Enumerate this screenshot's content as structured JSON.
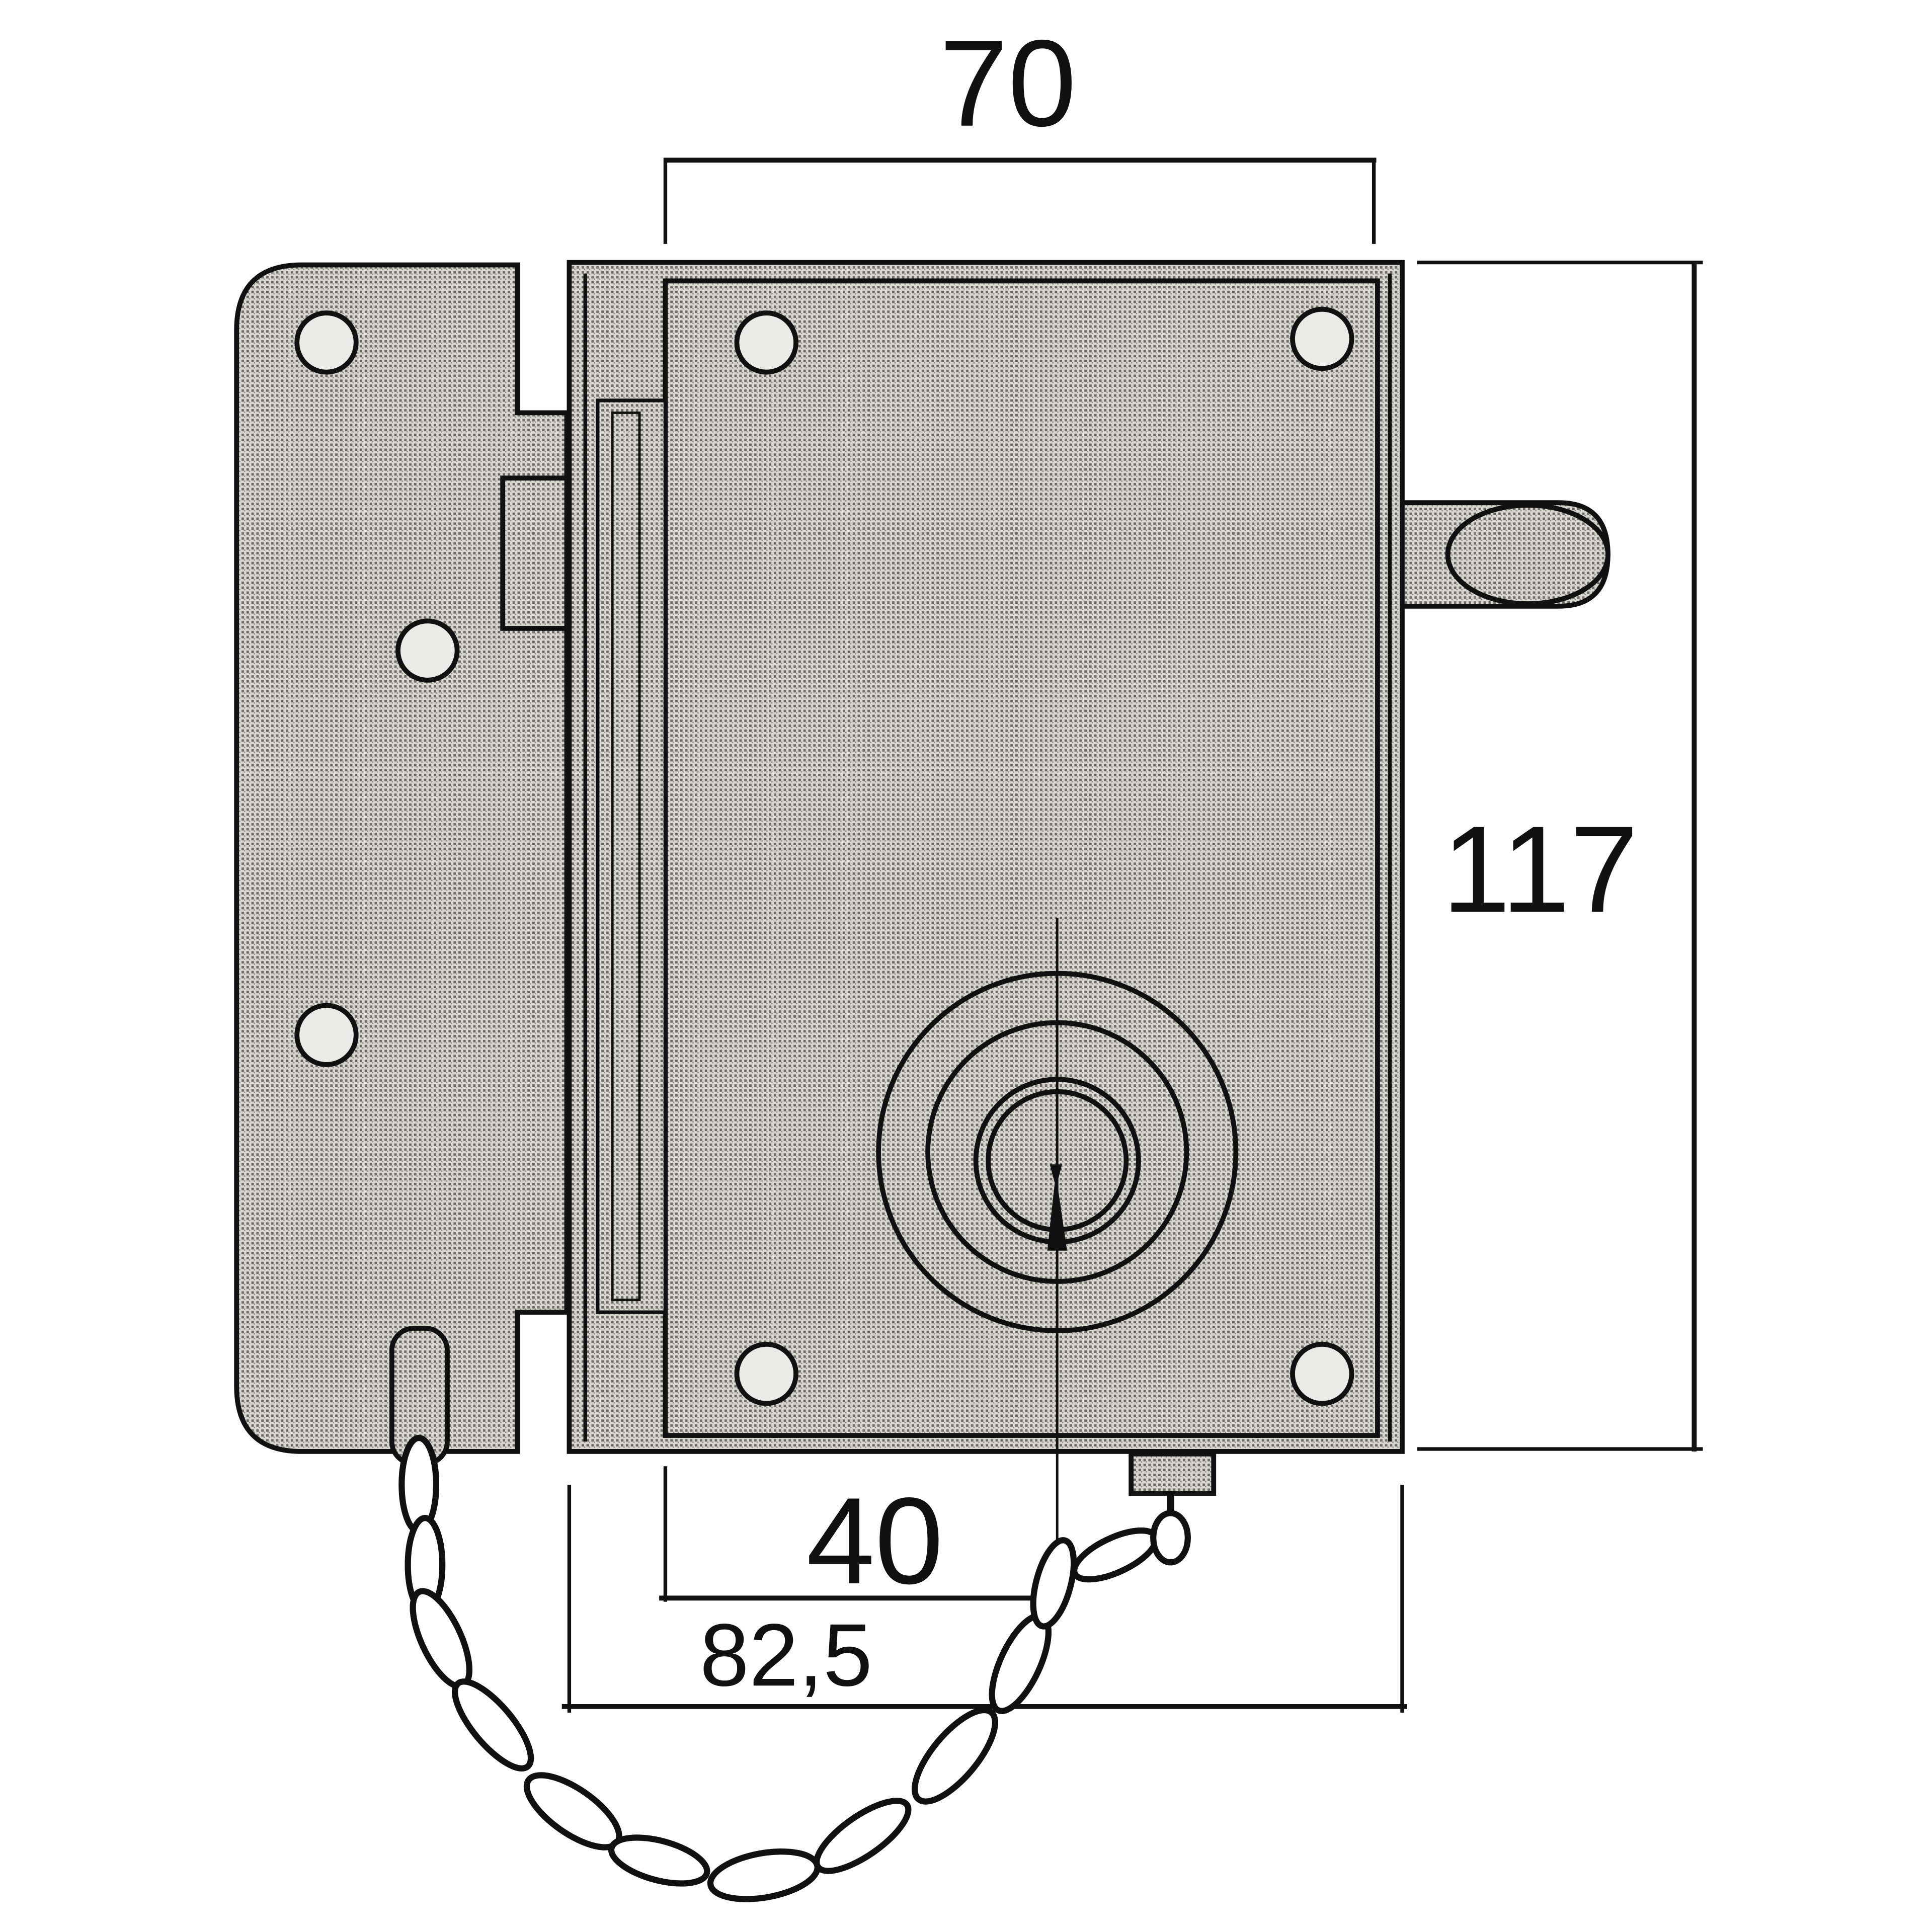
{
  "dimensions": {
    "width_top": "70",
    "height_right": "117",
    "backset": "40",
    "overall_width": "82,5"
  },
  "colors": {
    "line": "#111111",
    "stipple_fill": "#bdbab4",
    "background": "#ffffff"
  }
}
